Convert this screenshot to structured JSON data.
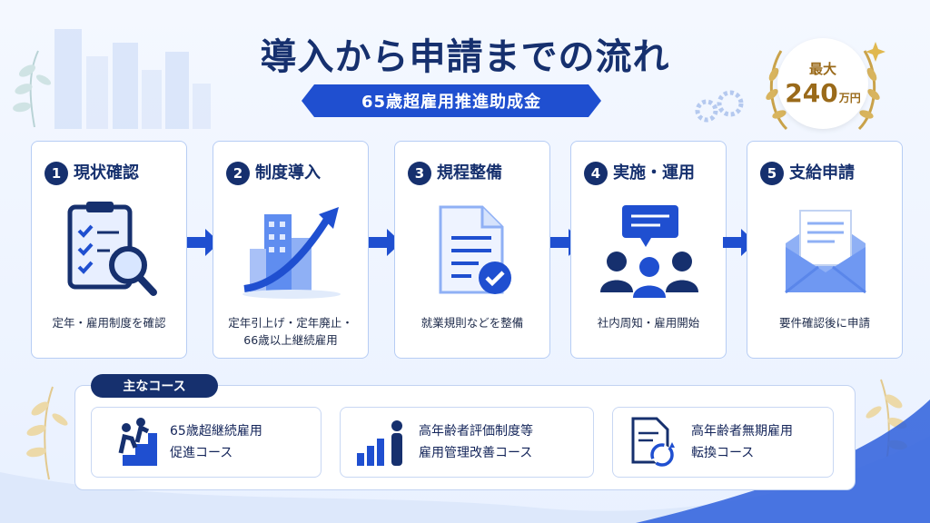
{
  "title": "導入から申請までの流れ",
  "subtitle": "65歳超雇用推進助成金",
  "badge": {
    "top": "最大",
    "amount": "240",
    "unit": "万円"
  },
  "steps": [
    {
      "num": "1",
      "title": "現状確認",
      "desc_lines": [
        "定年・雇用制度を確認"
      ]
    },
    {
      "num": "2",
      "title": "制度導入",
      "desc_lines": [
        "定年引上げ・定年廃止・",
        "66歳以上継続雇用"
      ]
    },
    {
      "num": "3",
      "title": "規程整備",
      "desc_lines": [
        "就業規則などを整備"
      ]
    },
    {
      "num": "4",
      "title": "実施・運用",
      "desc_lines": [
        "社内周知・雇用開始"
      ]
    },
    {
      "num": "5",
      "title": "支給申請",
      "desc_lines": [
        "要件確認後に申請"
      ]
    }
  ],
  "courses_label": "主なコース",
  "courses": [
    {
      "lines": [
        "65歳超継続雇用",
        "促進コース"
      ]
    },
    {
      "lines": [
        "高年齢者評価制度等",
        "雇用管理改善コース"
      ]
    },
    {
      "lines": [
        "高年齢者無期雇用",
        "転換コース"
      ]
    }
  ],
  "colors": {
    "navy": "#16306e",
    "blue": "#1f4fd0",
    "gold": "#c9a24a"
  }
}
